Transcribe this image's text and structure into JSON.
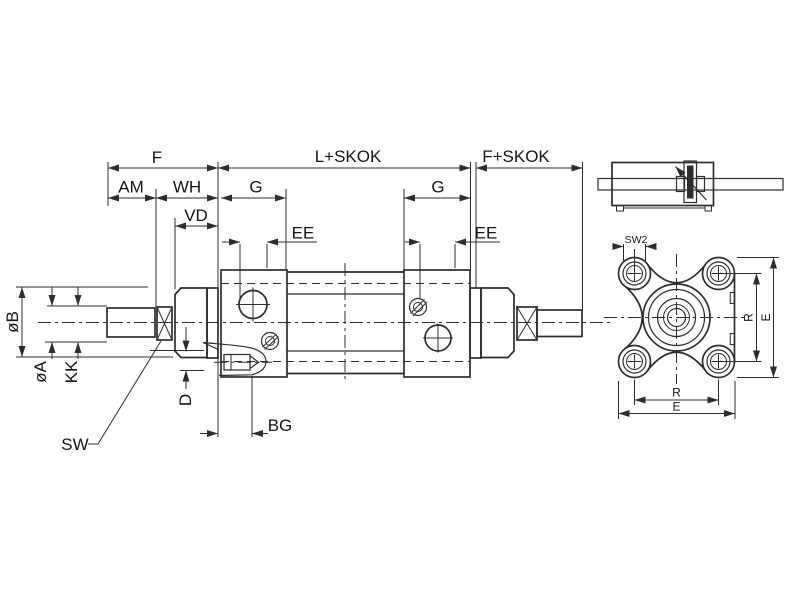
{
  "drawing": {
    "type": "technical-drawing",
    "subject": "pneumatic cylinder dimensional drawing",
    "colors": {
      "line": "#2d2d2d",
      "text": "#141414",
      "background": "#ffffff"
    },
    "views": {
      "side_view": "main longitudinal section",
      "schematic_view": "cushioning symbol schematic",
      "end_view": "front flange view"
    },
    "labels": {
      "f": "F",
      "l_skok": "L+SKOK",
      "f_skok": "F+SKOK",
      "am": "AM",
      "wh": "WH",
      "vd": "VD",
      "g_front": "G",
      "g_rear": "G",
      "ee_front": "EE",
      "ee_rear": "EE",
      "dia_b": "øB",
      "dia_a": "øA",
      "kk": "KK",
      "sw": "SW",
      "d": "D",
      "bg": "BG",
      "sw2": "SW2",
      "r_vertical": "R",
      "e_vertical": "E",
      "r_bottom": "R",
      "e_bottom": "E"
    }
  }
}
